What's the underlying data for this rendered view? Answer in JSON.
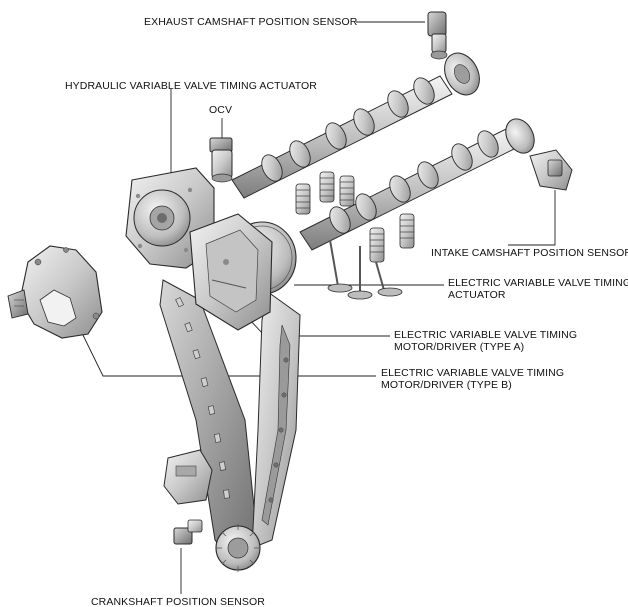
{
  "labels": {
    "exhaust_cam_sensor": "EXHAUST CAMSHAFT POSITION SENSOR",
    "hydraulic_vvt_actuator": "HYDRAULIC VARIABLE VALVE TIMING ACTUATOR",
    "ocv": "OCV",
    "intake_cam_sensor": "INTAKE CAMSHAFT POSITION SENSOR",
    "electric_vvt_actuator": [
      "ELECTRIC VARIABLE VALVE TIMING",
      "ACTUATOR"
    ],
    "electric_vvt_motor_a": [
      "ELECTRIC VARIABLE VALVE TIMING",
      "MOTOR/DRIVER (TYPE A)"
    ],
    "electric_vvt_motor_b": [
      "ELECTRIC VARIABLE VALVE TIMING",
      "MOTOR/DRIVER (TYPE B)"
    ],
    "crankshaft_sensor": "CRANKSHAFT POSITION SENSOR"
  },
  "colors": {
    "ink": "#111111",
    "metal_light": "#e6e6e6",
    "metal_mid": "#bdbdbd",
    "metal_dark": "#7a7a7a",
    "outline": "#2a2a2a"
  }
}
